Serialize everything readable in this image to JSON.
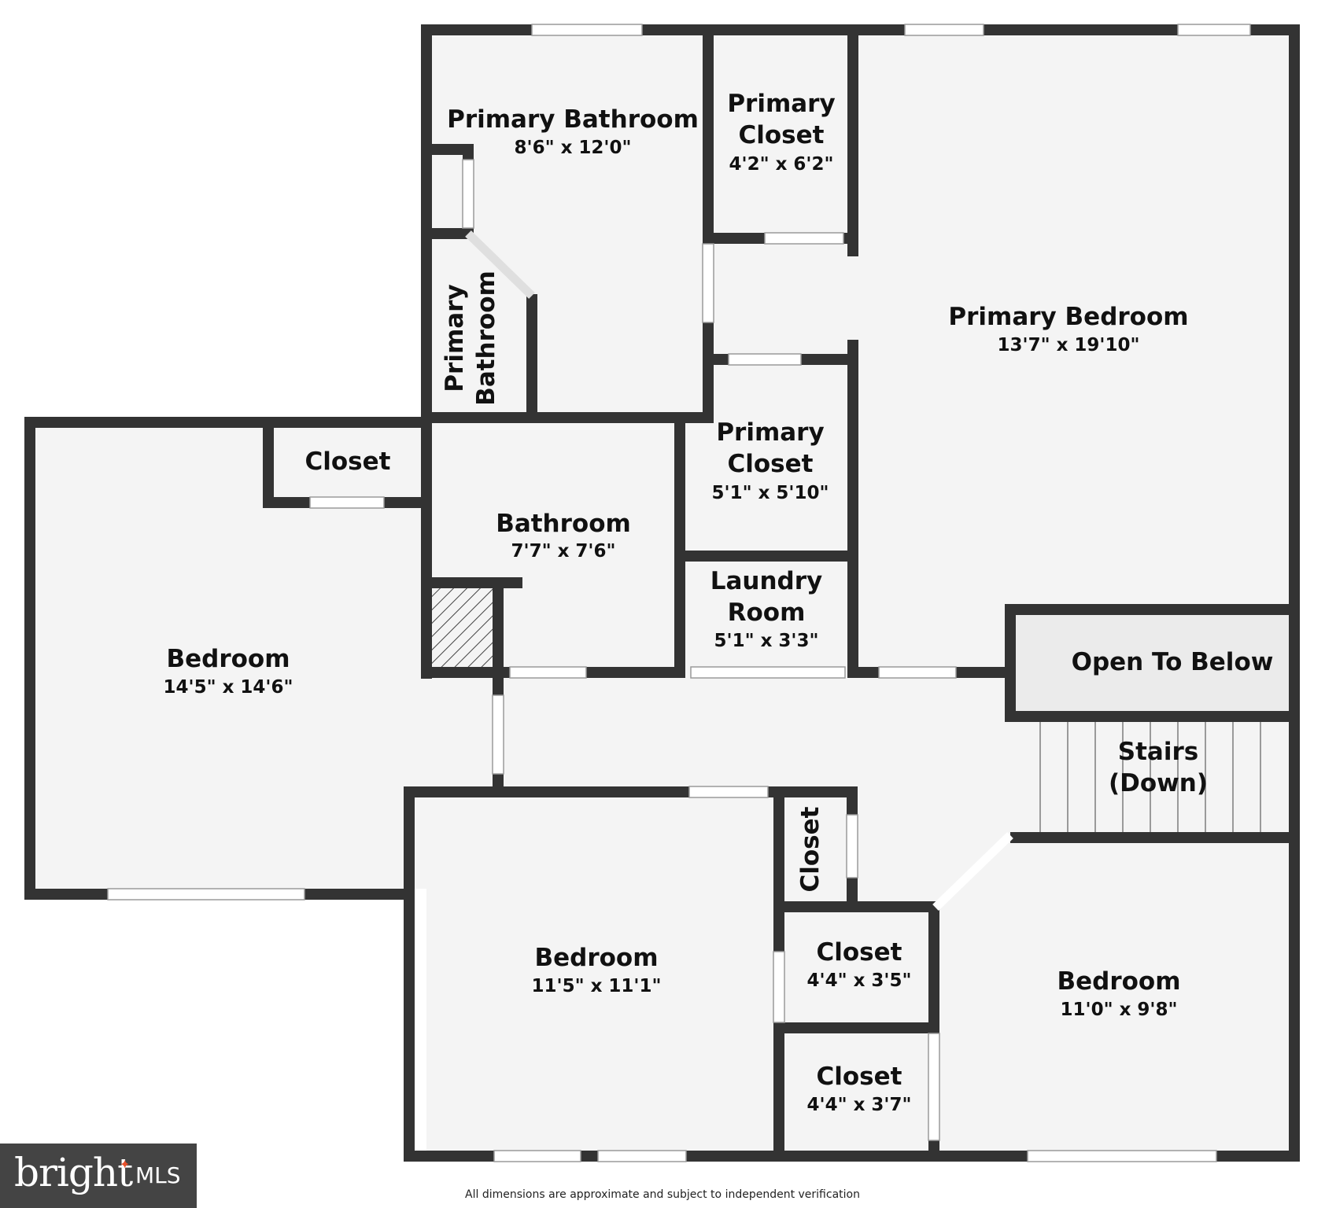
{
  "rooms": {
    "primary_bathroom": {
      "name": "Primary Bathroom",
      "dims": "8'6\" x 12'0\""
    },
    "primary_closet_top": {
      "name_line1": "Primary",
      "name_line2": "Closet",
      "dims": "4'2\" x 6'2\""
    },
    "primary_bedroom": {
      "name": "Primary Bedroom",
      "dims": "13'7\" x 19'10\""
    },
    "primary_bathroom_wc": {
      "name_line1": "Primary",
      "name_line2": "Bathroom"
    },
    "closet_small": {
      "name": "Closet"
    },
    "bathroom": {
      "name": "Bathroom",
      "dims": "7'7\" x 7'6\""
    },
    "primary_closet_mid": {
      "name_line1": "Primary",
      "name_line2": "Closet",
      "dims": "5'1\" x 5'10\""
    },
    "laundry": {
      "name_line1": "Laundry",
      "name_line2": "Room",
      "dims": "5'1\" x 3'3\""
    },
    "open_to_below": {
      "name": "Open To Below"
    },
    "stairs": {
      "name_line1": "Stairs",
      "name_line2": "(Down)"
    },
    "bedroom_left": {
      "name": "Bedroom",
      "dims": "14'5\" x 14'6\""
    },
    "bedroom_bottom": {
      "name": "Bedroom",
      "dims": "11'5\" x 11'1\""
    },
    "closet_vertical": {
      "name": "Closet"
    },
    "closet_a": {
      "name": "Closet",
      "dims": "4'4\" x 3'5\""
    },
    "closet_b": {
      "name": "Closet",
      "dims": "4'4\" x 3'7\""
    },
    "bedroom_right": {
      "name": "Bedroom",
      "dims": "11'0\" x 9'8\""
    }
  },
  "logo": {
    "brand": "bright",
    "suffix": "MLS"
  },
  "disclaimer": "All dimensions are approximate and subject to independent verification",
  "colors": {
    "wall": "#333333",
    "floor": "#f4f4f4",
    "open_area": "#ebebeb"
  }
}
